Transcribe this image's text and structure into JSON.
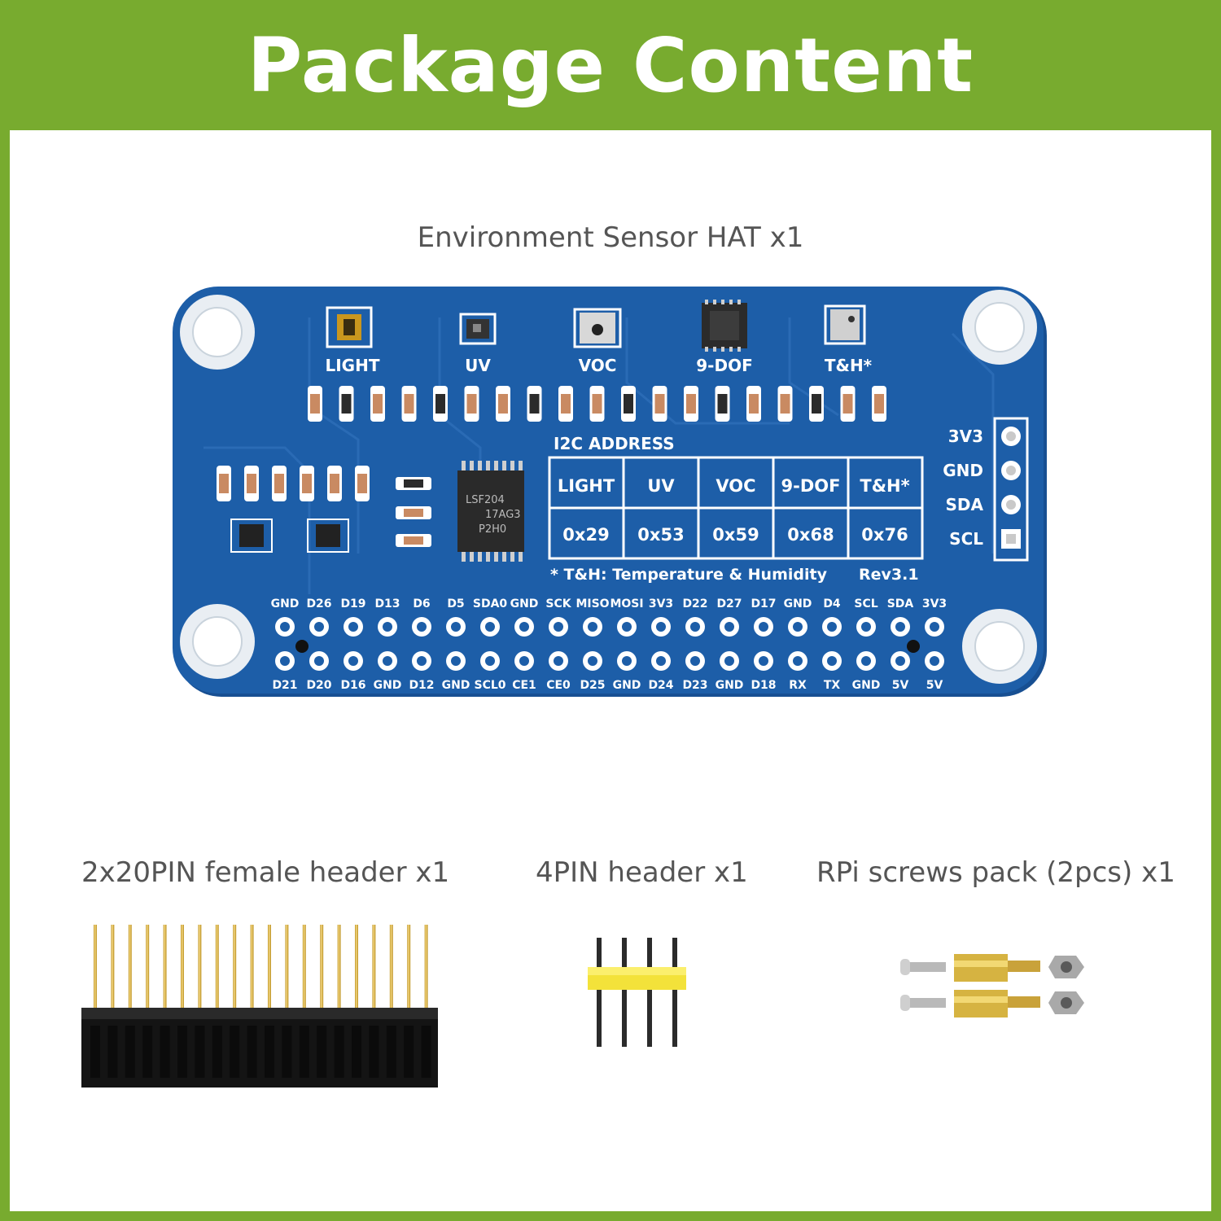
{
  "header": {
    "title": "Package Content"
  },
  "items": [
    {
      "label": "Environment Sensor HAT x1"
    },
    {
      "label": "2x20PIN female header x1"
    },
    {
      "label": "4PIN header x1"
    },
    {
      "label": "RPi screws pack (2pcs) x1"
    }
  ],
  "board": {
    "sensor_labels": [
      "LIGHT",
      "UV",
      "VOC",
      "9-DOF",
      "T&H*"
    ],
    "i2c_title": "I2C ADDRESS",
    "i2c_table": {
      "headers": [
        "LIGHT",
        "UV",
        "VOC",
        "9-DOF",
        "T&H*"
      ],
      "addresses": [
        "0x29",
        "0x53",
        "0x59",
        "0x68",
        "0x76"
      ]
    },
    "footnote": "* T&H: Temperature & Humidity",
    "revision": "Rev3.1",
    "side_pins": [
      "3V3",
      "GND",
      "SDA",
      "SCL"
    ],
    "chip_text": [
      "LSF204",
      "17AG3",
      "P2H0"
    ],
    "top_pin_labels": [
      "GND",
      "D26",
      "D19",
      "D13",
      "D6",
      "D5",
      "SDA0",
      "GND",
      "SCK",
      "MISO",
      "MOSI",
      "3V3",
      "D22",
      "D27",
      "D17",
      "GND",
      "D4",
      "SCL",
      "SDA",
      "3V3"
    ],
    "bottom_pin_labels": [
      "D21",
      "D20",
      "D16",
      "GND",
      "D12",
      "GND",
      "SCL0",
      "CE1",
      "CE0",
      "D25",
      "GND",
      "D24",
      "D23",
      "GND",
      "D18",
      "RX",
      "TX",
      "GND",
      "5V",
      "5V"
    ]
  },
  "colors": {
    "banner": "#78ab2f",
    "board": "#1d5ea8",
    "silk": "#ffffff"
  }
}
